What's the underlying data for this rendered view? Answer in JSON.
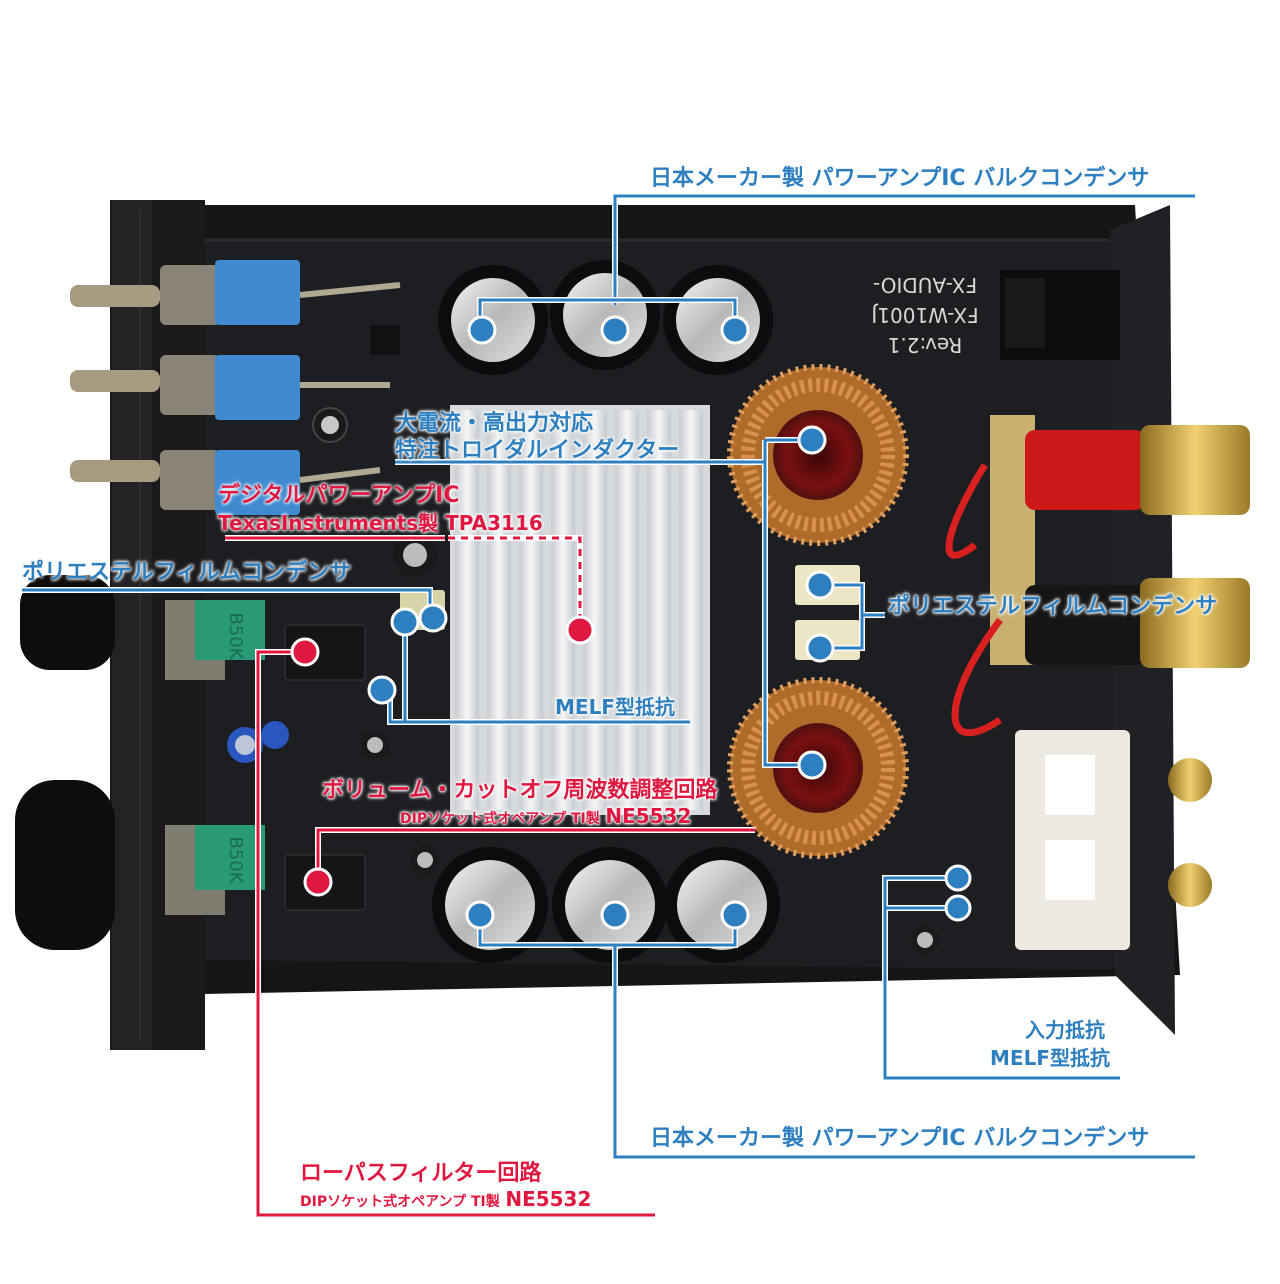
{
  "pcb": {
    "brand": "FX-AUDIO-",
    "model": "FX-W1001J",
    "revision": "Rev:2.1",
    "knob_top_value": "B50K",
    "knob_bottom_value": "B50K"
  },
  "callouts": {
    "capacitor_top": "日本メーカー製 パワーアンプIC バルクコンデンサ",
    "inductor_line1": "大電流・高出力対応",
    "inductor_line2": "特注トロイダルインダクター",
    "amp_ic_line1": "デジタルパワーアンプIC",
    "amp_ic_line2": "TexasInstruments製 TPA3116",
    "film_cap_left": "ポリエステルフィルムコンデンサ",
    "film_cap_right": "ポリエステルフィルムコンデンサ",
    "melf_resistor": "MELF型抵抗",
    "volume_line1": "ボリューム・カットオフ周波数調整回路",
    "volume_line2_prefix": "DIPソケット式オペアンプ TI製",
    "volume_line2_part": "NE5532",
    "input_resistor_line1": "入力抵抗",
    "input_resistor_line2": "MELF型抵抗",
    "capacitor_bottom": "日本メーカー製 パワーアンプIC バルクコンデンサ",
    "lowpass_line1": "ローパスフィルター回路",
    "lowpass_line2_prefix": "DIPソケット式オペアンプ TI製",
    "lowpass_line2_part": "NE5532"
  },
  "colors": {
    "blue": "#2e7fc0",
    "red": "#e01840",
    "board": "#1a1b1e",
    "copper": "#c07838",
    "heatsink": "#dfe2e4"
  }
}
